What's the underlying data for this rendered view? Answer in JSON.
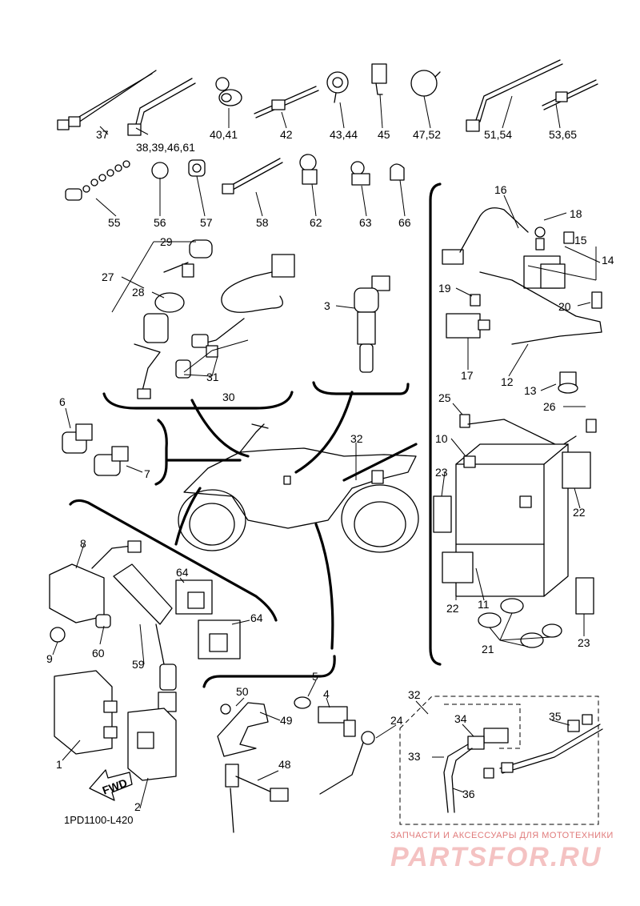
{
  "diagram": {
    "code": "1PD1100-L420",
    "fwd_label": "FWD",
    "watermark_text": "ЗАПЧАСТИ И АКСЕССУАРЫ ДЛЯ МОТОТЕХНИКИ",
    "watermark_logo": "PARTSFOR.RU",
    "callouts": {
      "c37": "37",
      "c38": "38,39,46,61",
      "c40": "40,41",
      "c42": "42",
      "c43": "43,44",
      "c45": "45",
      "c47": "47,52",
      "c51": "51,54",
      "c53": "53,65",
      "c55": "55",
      "c56": "56",
      "c57": "57",
      "c58": "58",
      "c62": "62",
      "c63": "63",
      "c66": "66",
      "c29": "29",
      "c27": "27",
      "c28": "28",
      "c31": "31",
      "c30": "30",
      "c3": "3",
      "c16": "16",
      "c18": "18",
      "c15": "15",
      "c14": "14",
      "c19": "19",
      "c20": "20",
      "c17": "17",
      "c12": "12",
      "c13": "13",
      "c25": "25",
      "c26": "26",
      "c10": "10",
      "c23a": "23",
      "c22a": "22",
      "c22b": "22",
      "c11": "11",
      "c21": "21",
      "c23b": "23",
      "c6": "6",
      "c7": "7",
      "c32a": "32",
      "c8": "8",
      "c64a": "64",
      "c64b": "64",
      "c60": "60",
      "c9": "9",
      "c59": "59",
      "c1": "1",
      "c2": "2",
      "c50": "50",
      "c49": "49",
      "c5": "5",
      "c4": "4",
      "c24": "24",
      "c48": "48",
      "c32b": "32",
      "c34": "34",
      "c35": "35",
      "c33": "33",
      "c36": "36"
    }
  }
}
